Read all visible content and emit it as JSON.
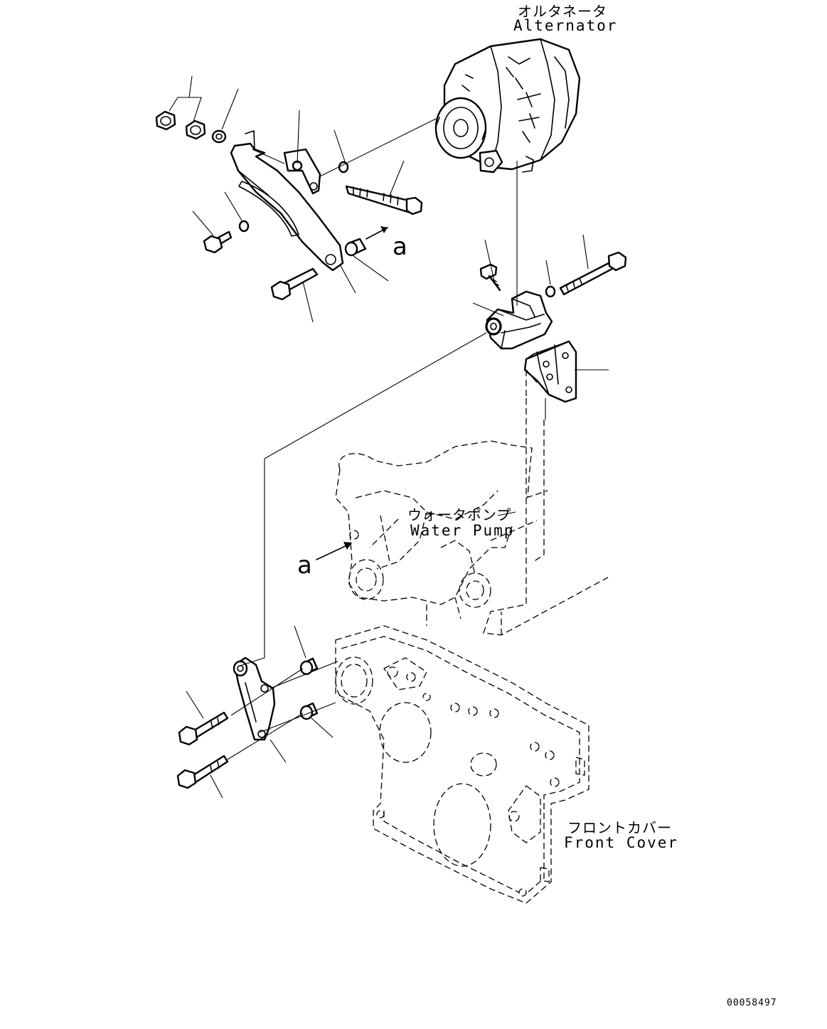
{
  "labels": {
    "alternator_jp": "オルタネータ",
    "alternator_en": "Alternator",
    "water_pump_jp": "ウォータポンプ",
    "water_pump_en": "Water Pump",
    "front_cover_jp": "フロントカバー",
    "front_cover_en": "Front Cover",
    "ref_a_top": "a",
    "ref_a_bottom": "a"
  },
  "document_number": "00058497"
}
